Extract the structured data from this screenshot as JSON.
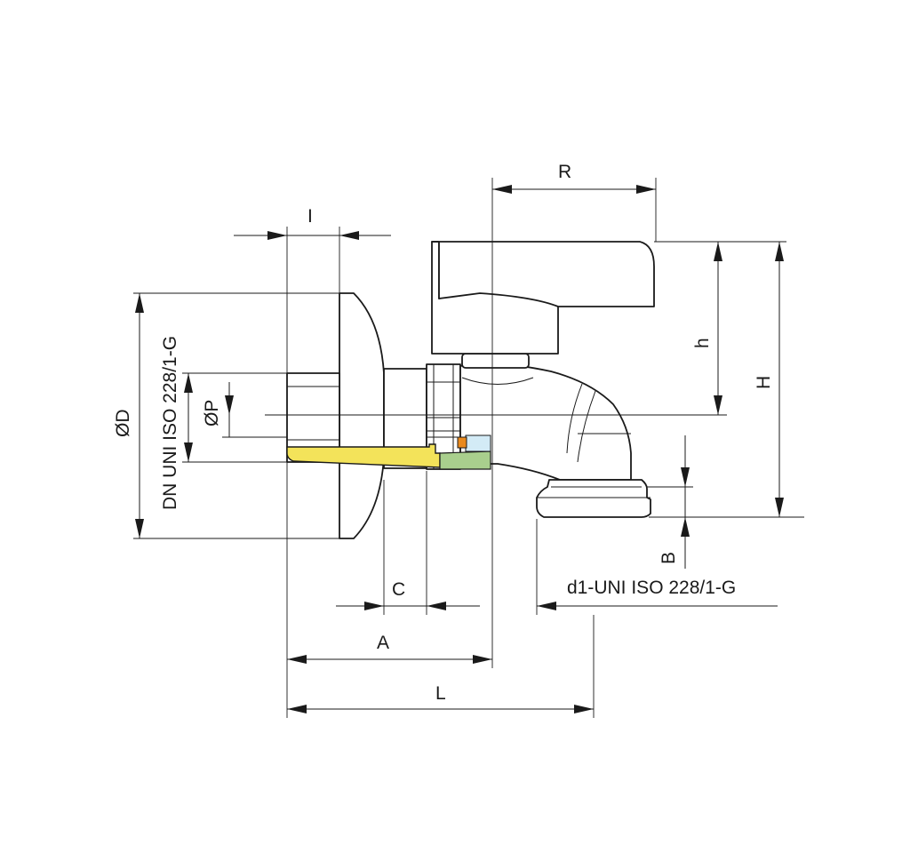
{
  "labels": {
    "R": "R",
    "I": "I",
    "h": "h",
    "H": "H",
    "OD": "ØD",
    "DN": "DN UNI ISO 228/1-G",
    "OP": "ØP",
    "C": "C",
    "A": "A",
    "L": "L",
    "B": "B",
    "d1": "d1-UNI ISO 228/1-G"
  },
  "colors": {
    "line": "#1a1a1a",
    "insert_yellow": "#f3e35a",
    "seal_green": "#a9cf8d",
    "seal_blue": "#d3ebf6",
    "seal_orange": "#e98a1e"
  }
}
